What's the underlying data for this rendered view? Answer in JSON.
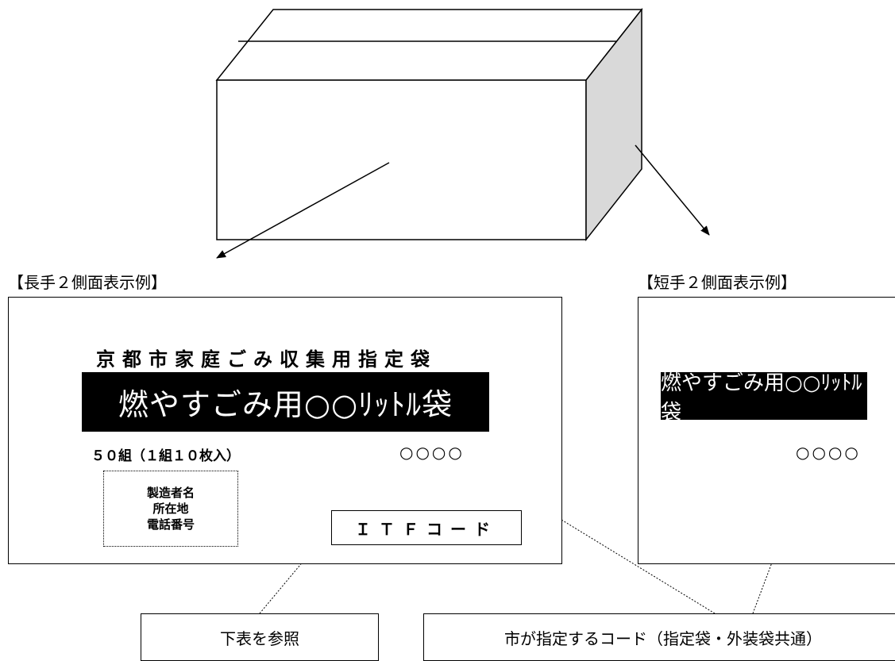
{
  "long_side": {
    "heading": "【長手２側面表示例】",
    "title": "京都市家庭ごみ収集用指定袋",
    "band_label": "燃やすごみ用○○ﾘｯﾄﾙ袋",
    "quantity": "５０組（１組１０枚入）",
    "code": "○○○○",
    "manufacturer": {
      "name": "製造者名",
      "address": "所在地",
      "phone": "電話番号"
    },
    "itf_label": "ＩＴＦコード"
  },
  "short_side": {
    "heading": "【短手２側面表示例】",
    "band_label": "燃やすごみ用○○ﾘｯﾄﾙ袋",
    "code": "○○○○"
  },
  "callouts": {
    "itf_note": "下表を参照",
    "code_note": "市が指定するコード（指定袋・外装袋共通）"
  },
  "colors": {
    "box_side_shade": "#d9d9d9",
    "band_background": "#000000",
    "band_text": "#ffffff"
  }
}
